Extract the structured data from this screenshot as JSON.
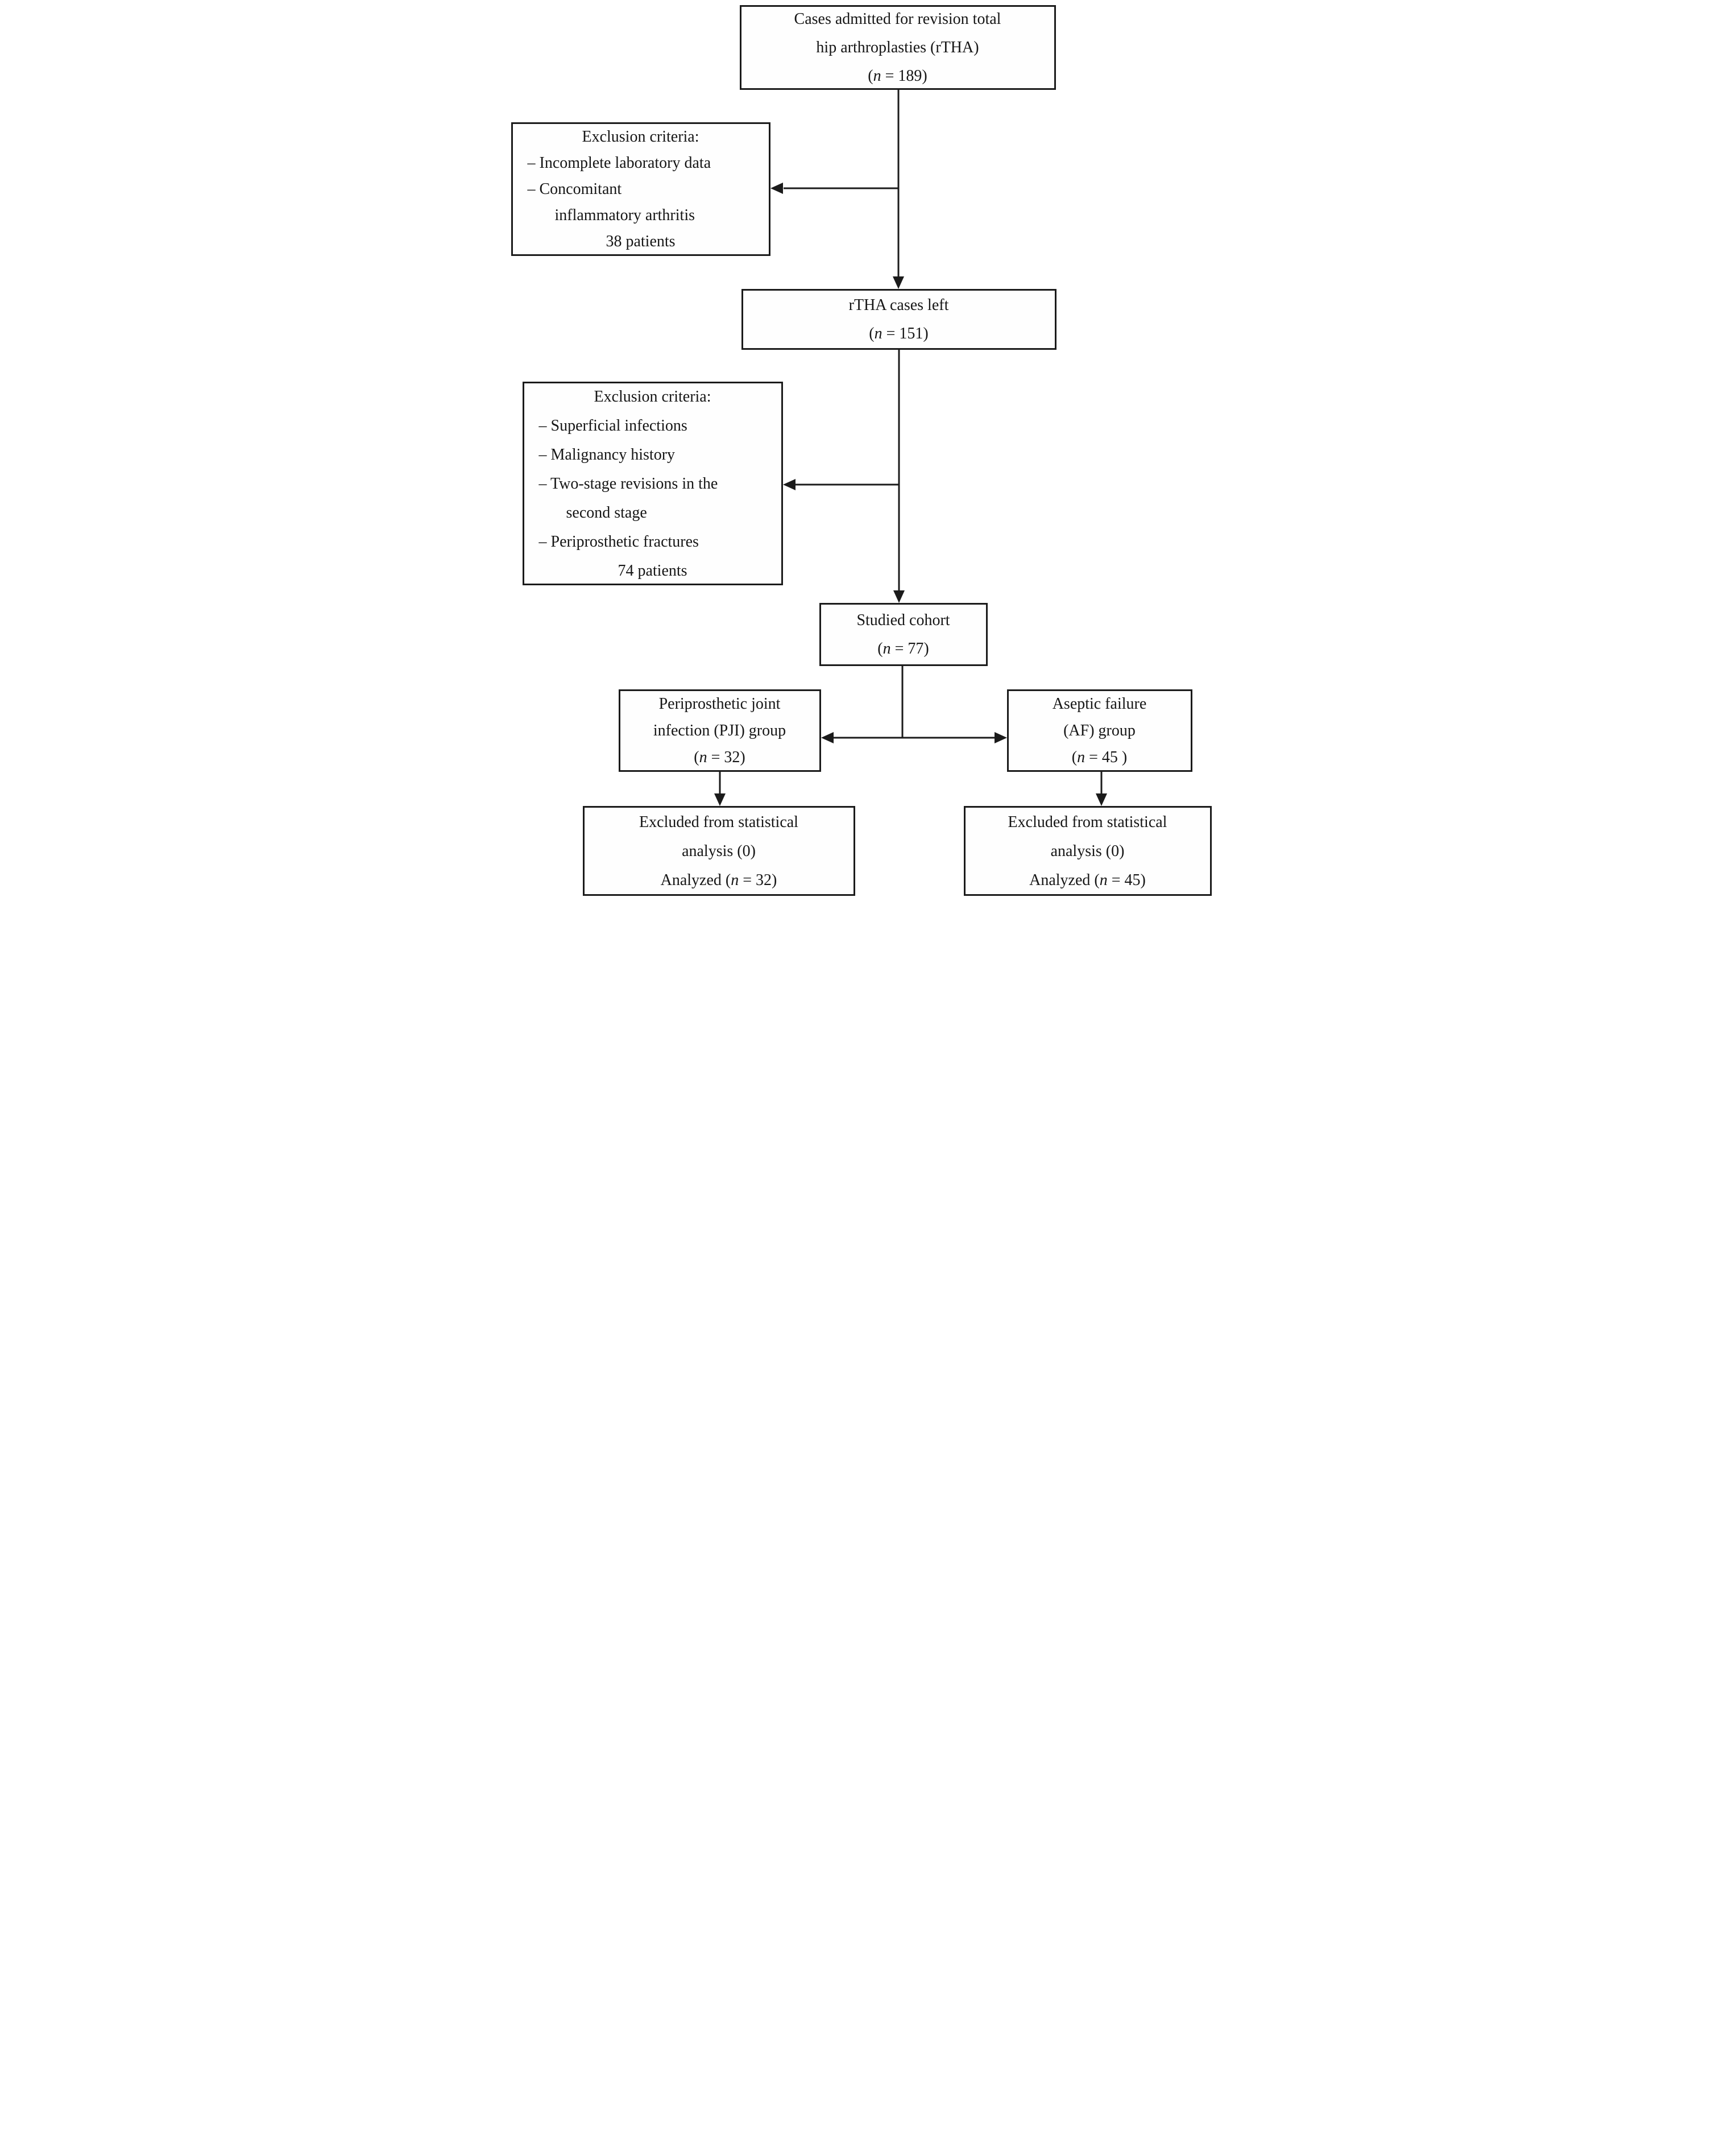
{
  "colors": {
    "ink": "#1b1b1b",
    "background": "#ffffff"
  },
  "boxes": {
    "admitted": {
      "line1": "Cases admitted for revision total",
      "line2": "hip arthroplasties (rTHA)",
      "n_pre": "(",
      "n_italic": "n",
      "n_post": " = 189)"
    },
    "exclusion1": {
      "title": "Exclusion criteria:",
      "bullet1": "– Incomplete laboratory data",
      "bullet2": "– Concomitant",
      "continuation": "inflammatory arthritis",
      "count": "38 patients"
    },
    "rtha_left": {
      "line1": "rTHA cases left",
      "n_pre": "(",
      "n_italic": "n",
      "n_post": " = 151)"
    },
    "exclusion2": {
      "title": "Exclusion criteria:",
      "bullet1": "– Superficial infections",
      "bullet2": "– Malignancy history",
      "bullet3": "– Two-stage revisions in the",
      "continuation": "second stage",
      "bullet4": "– Periprosthetic fractures",
      "count": "74 patients"
    },
    "cohort": {
      "line1": "Studied cohort",
      "n_pre": "(",
      "n_italic": "n",
      "n_post": " = 77)"
    },
    "pji": {
      "line1": "Periprosthetic joint",
      "line2": "infection (PJI) group",
      "n_pre": "(",
      "n_italic": "n",
      "n_post": " = 32)"
    },
    "af": {
      "line1": "Aseptic failure",
      "line2": "(AF) group",
      "n_pre": "(",
      "n_italic": "n",
      "n_post": " = 45 )"
    },
    "pji_outcome": {
      "line1": "Excluded from statistical",
      "line2": "analysis (0)",
      "line3_pre": "Analyzed (",
      "n_italic": "n",
      "n_post": " = 32)"
    },
    "af_outcome": {
      "line1": "Excluded from statistical",
      "line2": "analysis (0)",
      "line3_pre": "Analyzed (",
      "n_italic": "n",
      "n_post": " = 45)"
    }
  }
}
